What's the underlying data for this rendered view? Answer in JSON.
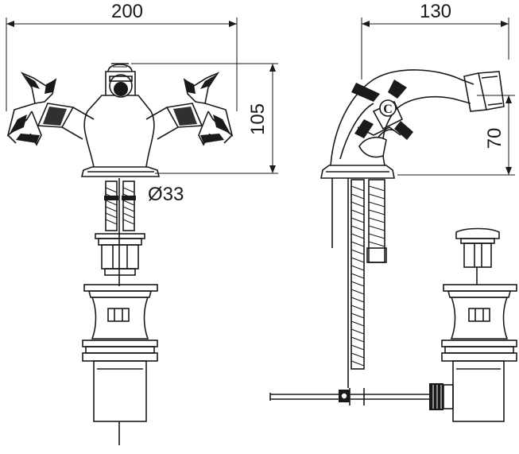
{
  "dimensions": {
    "front_width": "200",
    "front_height": "105",
    "diameter": "Ø33",
    "side_width": "130",
    "side_spout_height": "70"
  },
  "hot_cold_marker": "C"
}
